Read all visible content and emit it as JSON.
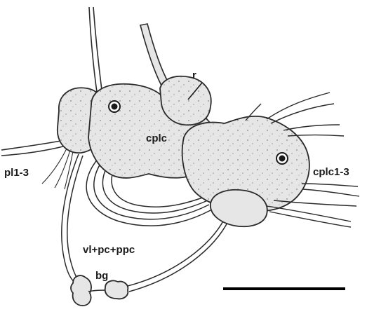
{
  "labels": {
    "r": "r",
    "cplc": "cplc",
    "pl13": "pl1-3",
    "cplc13": "cplc1-3",
    "vl_pc_ppc": "vl+pc+ppc",
    "bg": "bg"
  },
  "colors": {
    "ganglion_fill": "#e6e6e6",
    "ink": "#2a2a2a",
    "paper": "#ffffff"
  }
}
